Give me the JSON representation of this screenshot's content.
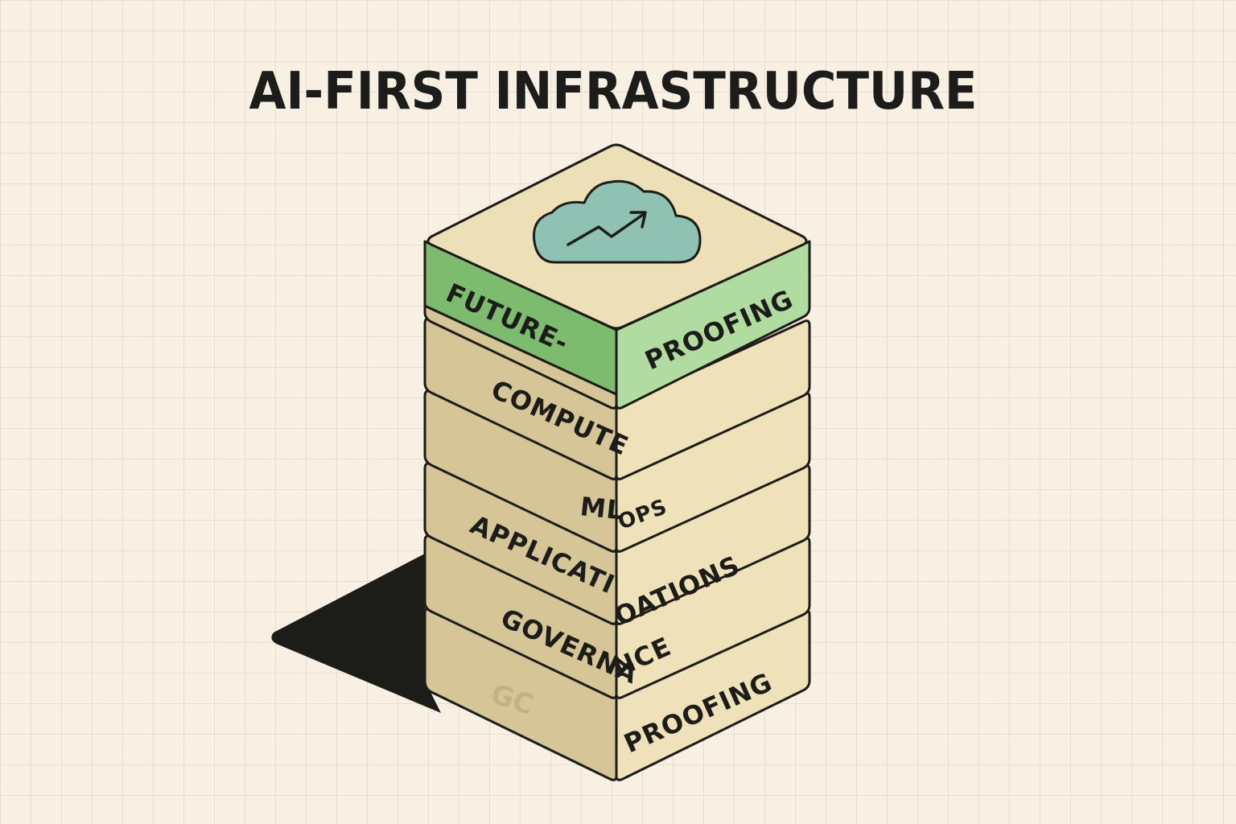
{
  "title": "AI-FIRST INFRASTRUCTURE",
  "layers": {
    "future_left": "FUTURE-",
    "future_right": "PROOFING",
    "compute": "COMPUTE",
    "mlops_a": "ML",
    "mlops_b": "OPS",
    "applications_a": "APPLICATI",
    "applications_b": "OATIONS",
    "governance_a": "GOVERNA",
    "governance_b": "NCE",
    "bottom_right": "PROOFING",
    "bottom_mark": "GC"
  },
  "icons": {
    "top": "cloud-trend-icon"
  },
  "colors": {
    "background": "#f8f0e3",
    "layer_left": "#d6c596",
    "layer_right": "#efe2b8",
    "top_face": "#ede0b6",
    "accent_green_left": "#7dbb6f",
    "accent_green_right": "#b1dca0",
    "cloud": "#8fc2b3",
    "outline": "#1c1c1a",
    "shadow": "#1c1d19"
  }
}
